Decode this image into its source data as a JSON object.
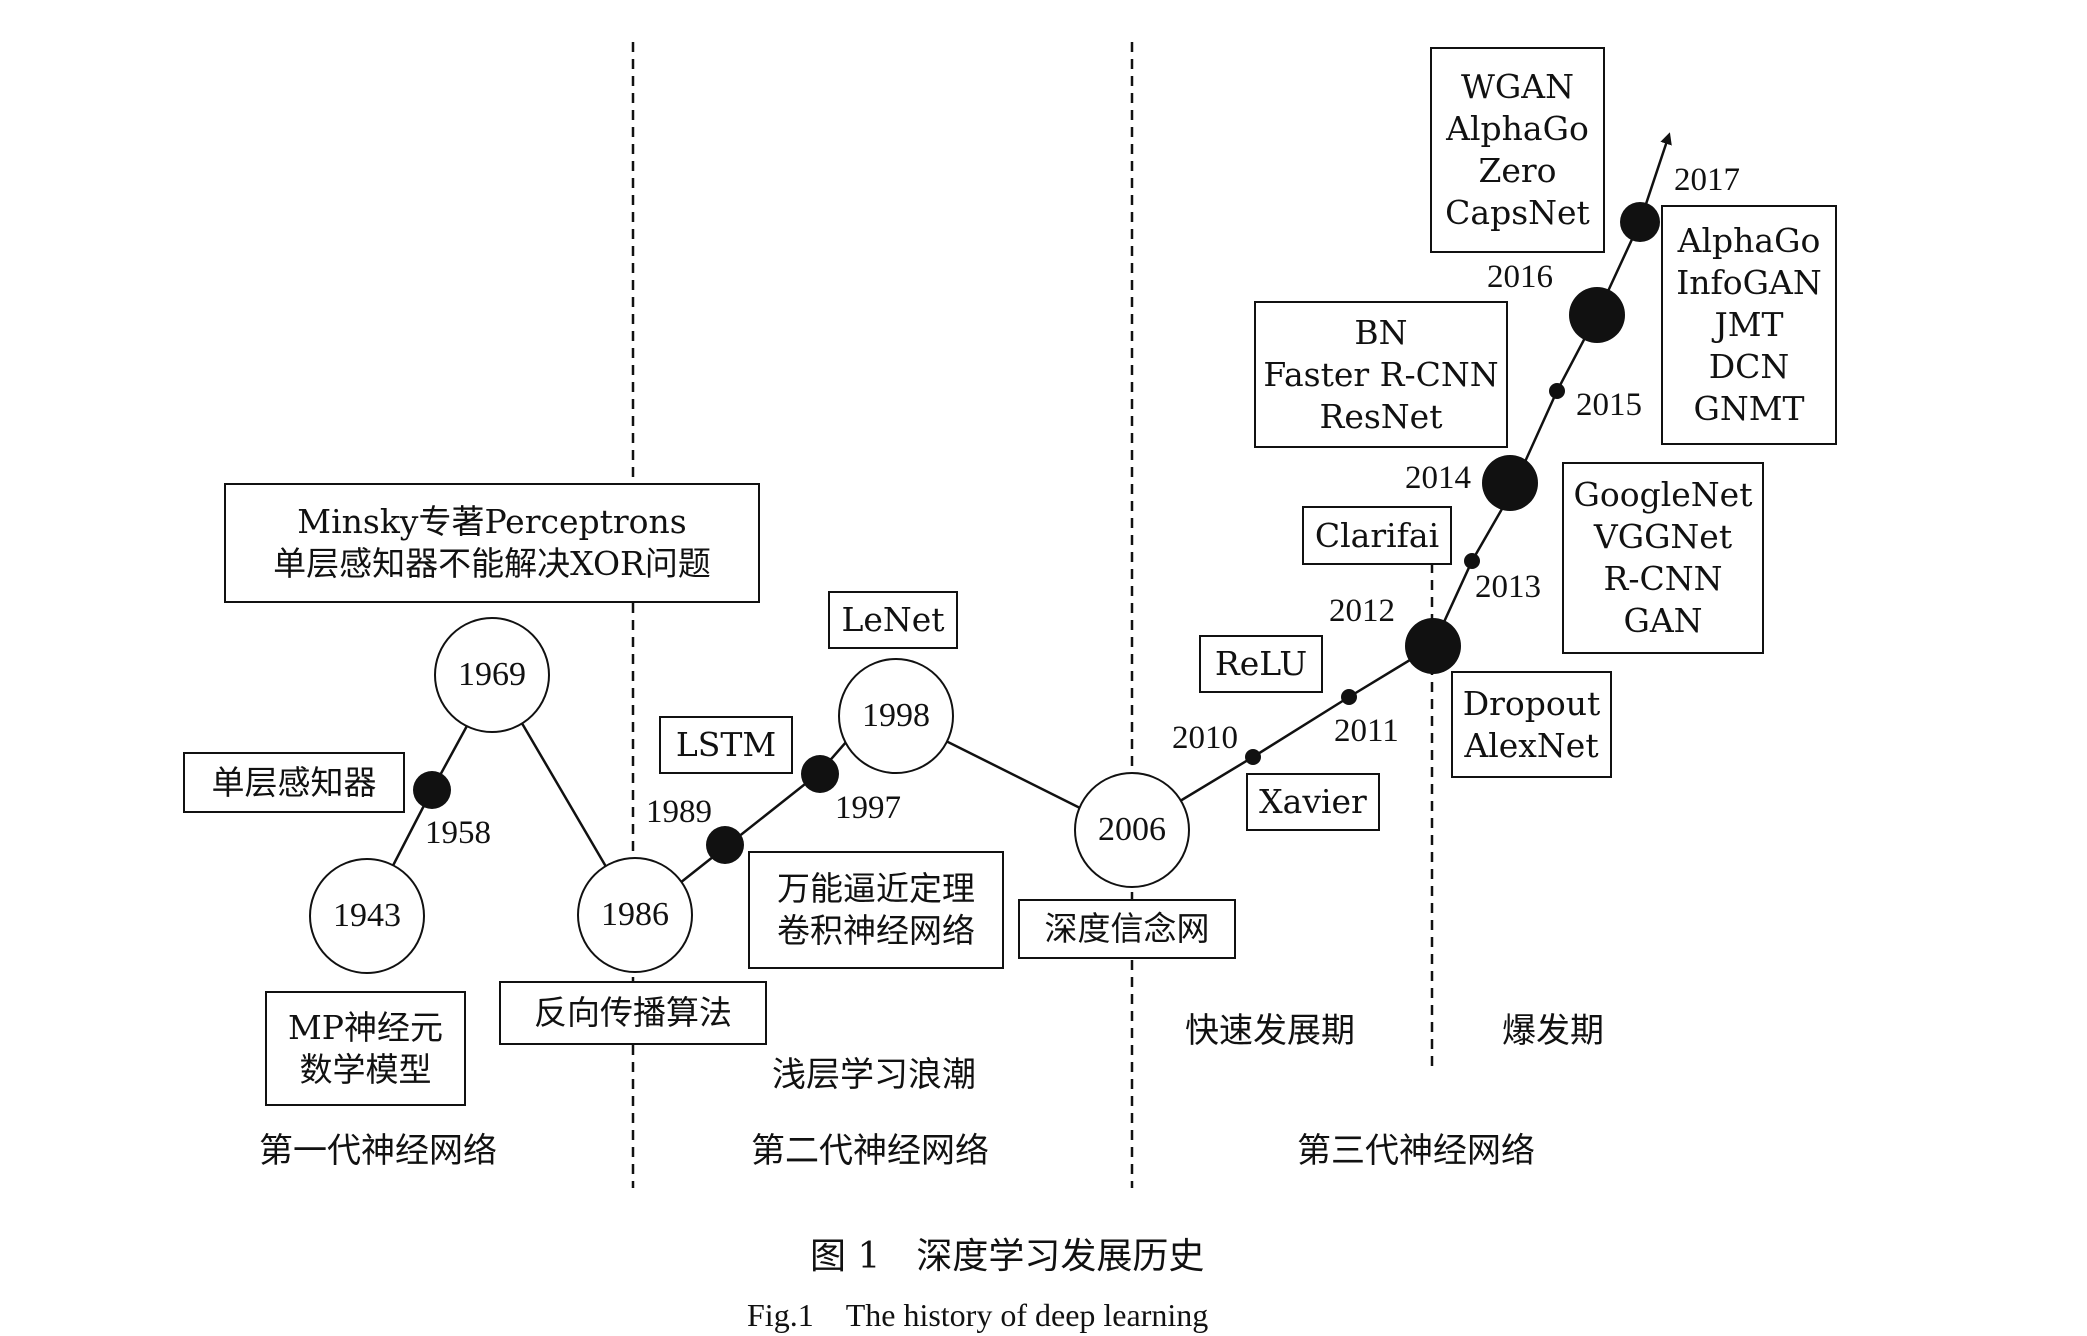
{
  "years": {
    "y1943": "1943",
    "y1958": "1958",
    "y1969": "1969",
    "y1986": "1986",
    "y1989": "1989",
    "y1997": "1997",
    "y1998": "1998",
    "y2006": "2006",
    "y2010": "2010",
    "y2011": "2011",
    "y2012": "2012",
    "y2013": "2013",
    "y2014": "2014",
    "y2015": "2015",
    "y2016": "2016",
    "y2017": "2017"
  },
  "events": {
    "minsky": [
      "Minsky专著Perceptrons",
      "单层感知器不能解决XOR问题"
    ],
    "single_perceptron": "单层感知器",
    "mp": [
      "MP神经元",
      "数学模型"
    ],
    "backprop": "反向传播算法",
    "lstm": "LSTM",
    "lenet": "LeNet",
    "universal": [
      "万能逼近定理",
      "卷积神经网络"
    ],
    "dbn": "深度信念网",
    "relu": "ReLU",
    "xavier": "Xavier",
    "clarifai": "Clarifai",
    "dropout": [
      "Dropout",
      "AlexNet"
    ],
    "bn": [
      "BN",
      "Faster R-CNN",
      "ResNet"
    ],
    "google": [
      "GoogleNet",
      "VGGNet",
      "R-CNN",
      "GAN"
    ],
    "alphago": [
      "AlphaGo",
      "InfoGAN",
      "JMT",
      "DCN",
      "GNMT"
    ],
    "wgan": [
      "WGAN",
      "AlphaGo",
      "Zero",
      "CapsNet"
    ]
  },
  "phases": {
    "shallow": "浅层学习浪潮",
    "rapid": "快速发展期",
    "explosive": "爆发期"
  },
  "eras": {
    "first": "第一代神经网络",
    "second": "第二代神经网络",
    "third": "第三代神经网络"
  },
  "caption": {
    "zh": "图 1　深度学习发展历史",
    "en": "Fig.1　The history of deep learning"
  }
}
